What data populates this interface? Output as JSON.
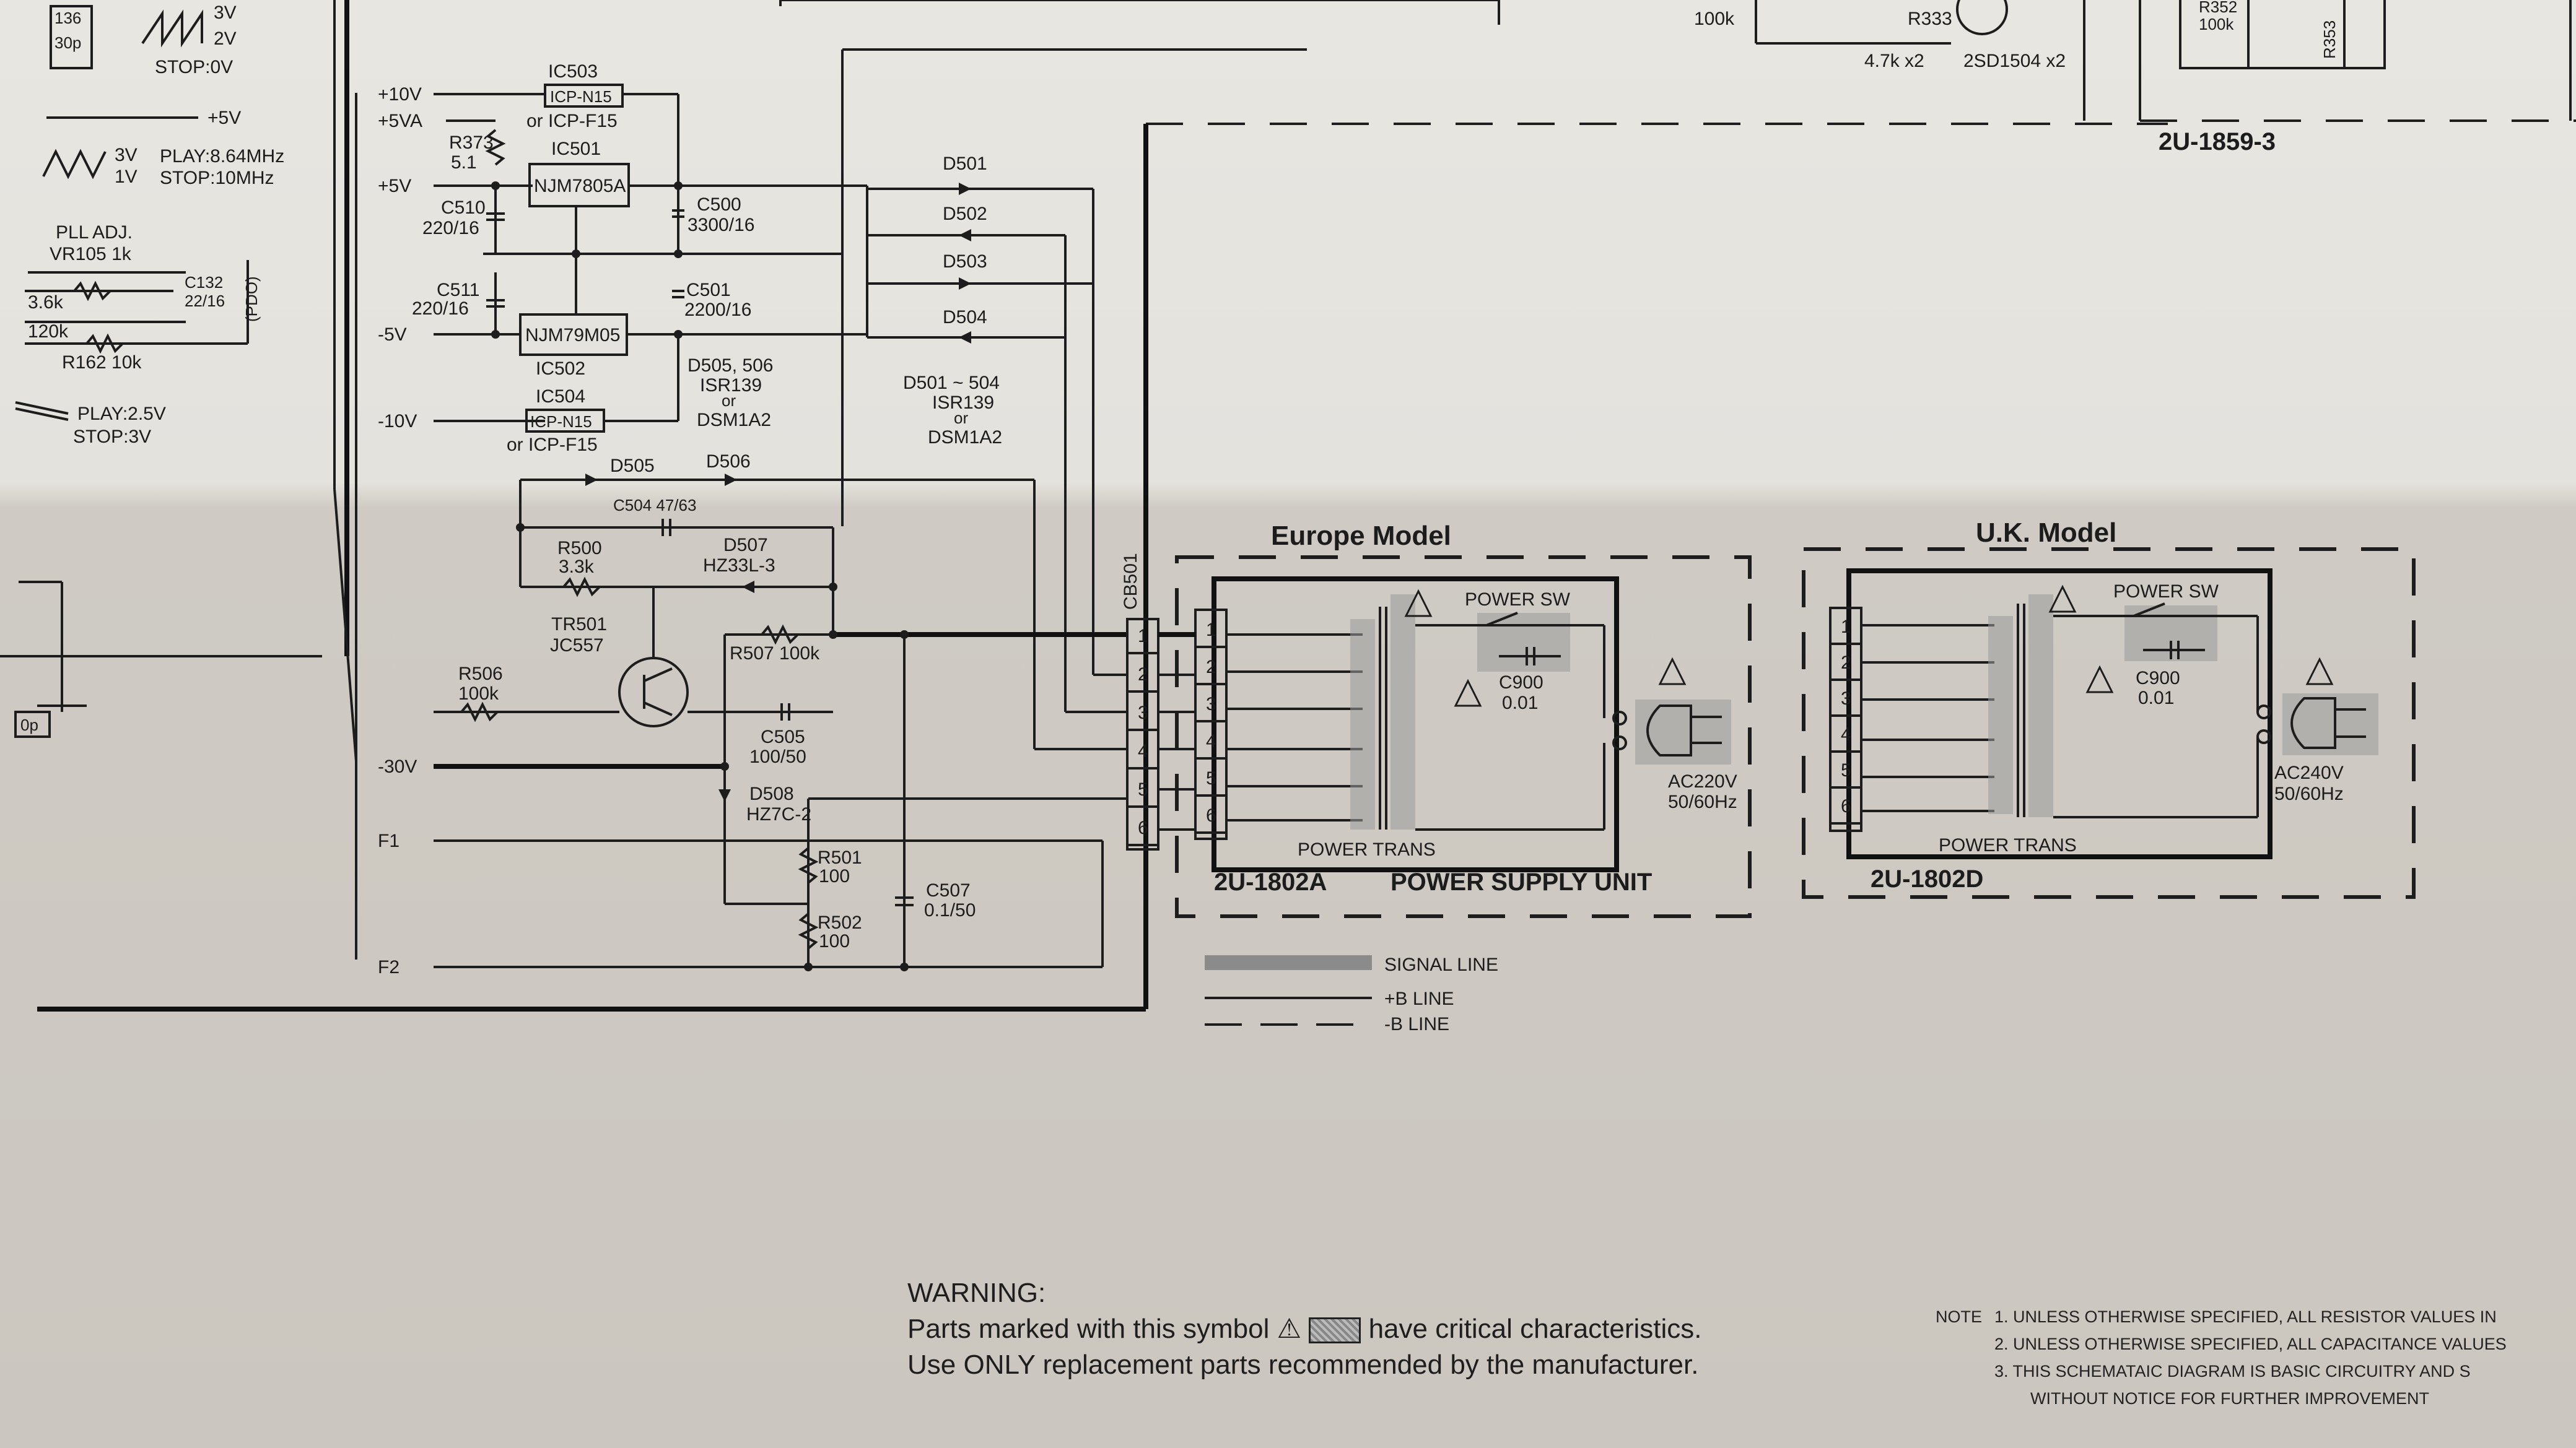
{
  "labels": {
    "play_3v": "3V",
    "play_2v": "2V",
    "stop_0v": "STOP:0V",
    "plus5v_top": "+5V",
    "osc_3v": "3V",
    "osc_1v": "1V",
    "osc_play": "PLAY:8.64MHz",
    "osc_stop": "STOP:10MHz",
    "pll_adj": "PLL ADJ.",
    "vr105": "VR105 1k",
    "r_3_6k": "3.6k",
    "r_120k": "120k",
    "c132": "C132",
    "c132_val": "22/16",
    "pdo": "(PDO)",
    "r162": "R162 10k",
    "play_2_5v": "PLAY:2.5V",
    "stop_3v": "STOP:3V",
    "r_136": "136",
    "c_30p": "30p",
    "op": "0p",
    "plus10v": "+10V",
    "plus5va": "+5VA",
    "plus5v": "+5V",
    "minus5v": "-5V",
    "minus10v": "-10V",
    "minus30v": "-30V",
    "f1": "F1",
    "f2": "F2",
    "ic503": "IC503",
    "icp_n15_a": "ICP-N15",
    "or_icp_f15_a": "or ICP-F15",
    "ic501": "IC501",
    "njm7805a": "NJM7805A",
    "r373": "R373",
    "r373_val": "5.1",
    "c510": "C510",
    "c510_val": "220/16",
    "c500": "C500",
    "c500_val": "3300/16",
    "c511": "C511",
    "c511_val": "220/16",
    "c501": "C501",
    "c501_val": "2200/16",
    "njm79m05": "NJM79M05",
    "ic502": "IC502",
    "ic504": "IC504",
    "icp_n15_b": "ICP-N15",
    "or_icp_f15_b": "or ICP-F15",
    "d505_506": "D505, 506",
    "isr139_a": "ISR139",
    "or_a": "or",
    "dsm1a2_a": "DSM1A2",
    "d501": "D501",
    "d502": "D502",
    "d503": "D503",
    "d504": "D504",
    "d501_504": "D501 ~ 504",
    "isr139_b": "ISR139",
    "or_b": "or",
    "dsm1a2_b": "DSM1A2",
    "d505": "D505",
    "d506": "D506",
    "c504": "C504 47/63",
    "r500": "R500",
    "r500_val": "3.3k",
    "d507": "D507",
    "hz33l": "HZ33L-3",
    "tr501": "TR501",
    "jc557": "JC557",
    "r507": "R507 100k",
    "r506": "R506",
    "r506_val": "100k",
    "c505": "C505",
    "c505_val": "100/50",
    "d508": "D508",
    "hz7c": "HZ7C-2",
    "r501": "R501",
    "r501_val": "100",
    "r502": "R502",
    "r502_val": "100",
    "c507": "C507",
    "c507_val": "0.1/50",
    "cb501": "CB501",
    "r331_val": "100k",
    "r333": "R333",
    "r333_val": "4.7k x2",
    "q_2sd1504": "2SD1504 x2",
    "r352": "R352",
    "r352_val": "100k",
    "r353": "R353",
    "board_2u1859": "2U-1859-3",
    "pins": [
      "1",
      "2",
      "3",
      "4",
      "5",
      "6"
    ]
  },
  "europe": {
    "title": "Europe Model",
    "power_sw": "POWER SW",
    "c900": "C900",
    "c900_val": "0.01",
    "ac": "AC220V",
    "freq": "50/60Hz",
    "trans": "POWER TRANS",
    "board": "2U-1802A",
    "unit": "POWER SUPPLY UNIT"
  },
  "uk": {
    "title": "U.K. Model",
    "power_sw": "POWER SW",
    "c900": "C900",
    "c900_val": "0.01",
    "ac": "AC240V",
    "freq": "50/60Hz",
    "trans": "POWER TRANS",
    "board": "2U-1802D"
  },
  "legend": {
    "signal": "SIGNAL LINE",
    "plus_b": "+B LINE",
    "minus_b": "-B LINE"
  },
  "warning": {
    "title": "WARNING:",
    "line1_a": "Parts marked with this symbol",
    "line1_b": "have critical characteristics.",
    "line2": "Use ONLY replacement parts recommended by the manufacturer."
  },
  "notes": {
    "head": "NOTE",
    "n1": "1.  UNLESS OTHERWISE SPECIFIED, ALL RESISTOR VALUES IN",
    "n2": "2.  UNLESS OTHERWISE SPECIFIED, ALL CAPACITANCE VALUES",
    "n3": "3.  THIS SCHEMATAIC DIAGRAM IS BASIC CIRCUITRY AND S",
    "n3b": "WITHOUT NOTICE FOR FURTHER IMPROVEMENT"
  }
}
